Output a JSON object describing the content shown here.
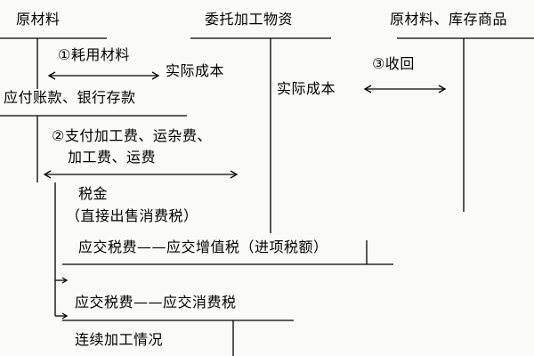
{
  "accounts": {
    "raw_materials": "原材料",
    "entrusted_processing": "委托加工物资",
    "raw_materials_inventory": "原材料、库存商品",
    "payables_bank": "应付账款、银行存款",
    "tax_vat_input": "应交税费——应交增值税（进项税额）",
    "tax_consumption": "应交税费——应交消费税"
  },
  "steps": {
    "step1": "①耗用材料",
    "step2_line1": "②支付加工费、运杂费、",
    "step2_line2": "加工费、运费",
    "step3": "③收回"
  },
  "labels": {
    "actual_cost_1": "实际成本",
    "actual_cost_2": "实际成本",
    "tax": "税金",
    "direct_sale_tax": "（直接出售消费税）",
    "continue_processing": "连续加工情况"
  }
}
